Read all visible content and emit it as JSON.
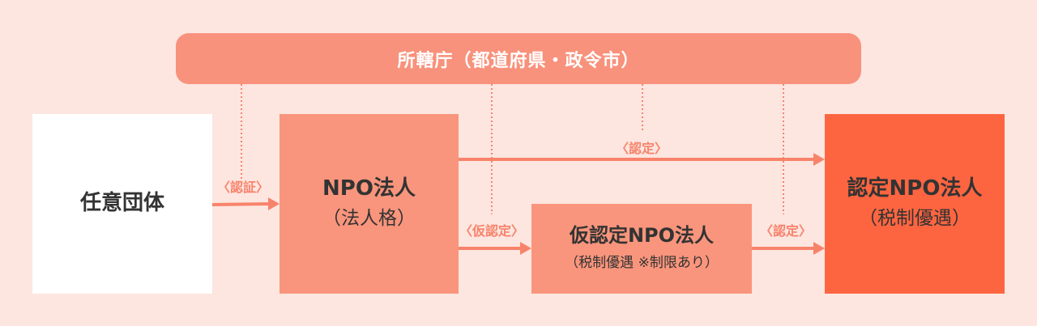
{
  "authority": {
    "label": "所轄庁（都道府県・政令市）"
  },
  "nodes": {
    "voluntary": {
      "title": "任意団体"
    },
    "npo": {
      "title": "NPO法人",
      "subtitle": "（法人格）"
    },
    "provisional": {
      "title": "仮認定NPO法人",
      "subtitle": "（税制優遇 ※制限あり）"
    },
    "certified": {
      "title": "認定NPO法人",
      "subtitle": "（税制優遇）"
    }
  },
  "edges": {
    "voluntary_to_npo": "〈認証〉",
    "npo_to_certified": "〈認定〉",
    "npo_to_provisional": "〈仮認定〉",
    "provisional_to_certified": "〈認定〉"
  },
  "colors": {
    "background": "#fde6e0",
    "authority_bar": "#f8927c",
    "npo_box": "#f9957c",
    "certified_box": "#fd6540",
    "arrow": "#f8836b",
    "text": "#333333"
  }
}
